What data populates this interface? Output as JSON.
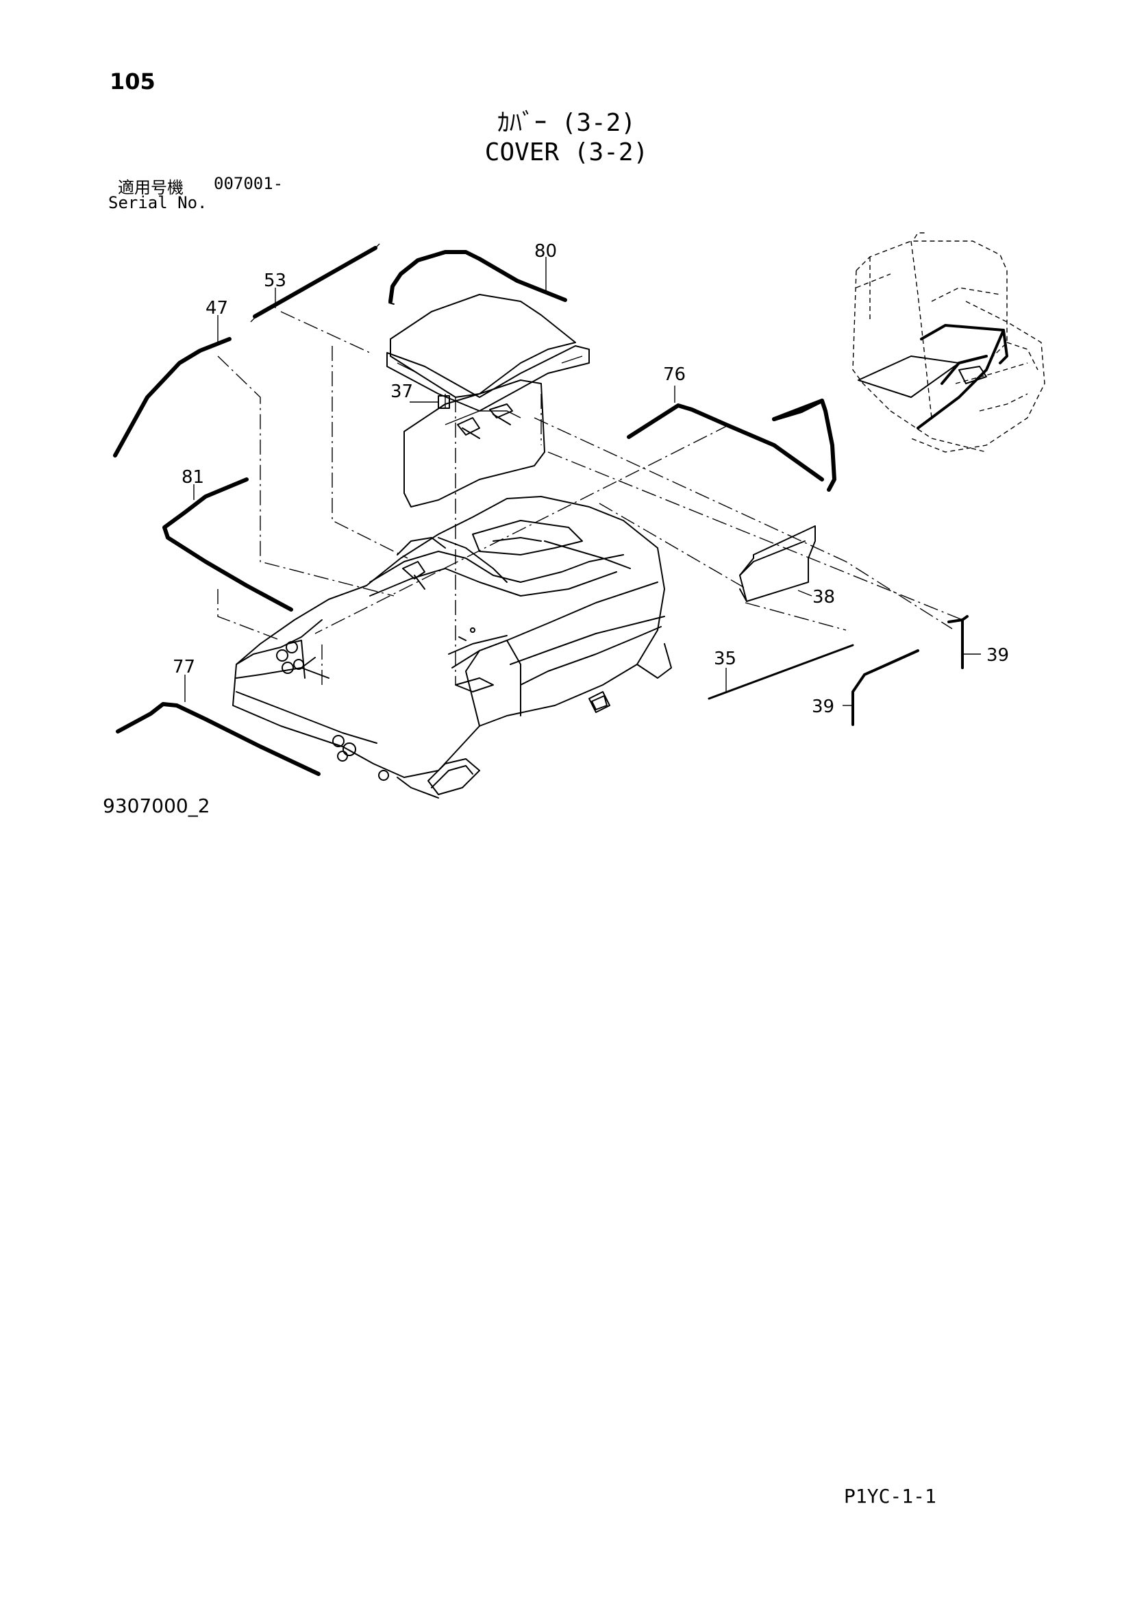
{
  "header": {
    "page_number": "105",
    "title_jp": "ｶﾊﾞｰ (3-2)",
    "title_en": "COVER (3-2)",
    "serial_label_jp": "適用号機",
    "serial_value": "007001-",
    "serial_label_en": "Serial No."
  },
  "callouts": {
    "p80": "80",
    "p53": "53",
    "p47": "47",
    "p37": "37",
    "p76": "76",
    "p81": "81",
    "p38": "38",
    "p35": "35",
    "p39a": "39",
    "p39b": "39",
    "p77": "77"
  },
  "figure_number": "9307000_2",
  "footer_code": "P1YC-1-1"
}
